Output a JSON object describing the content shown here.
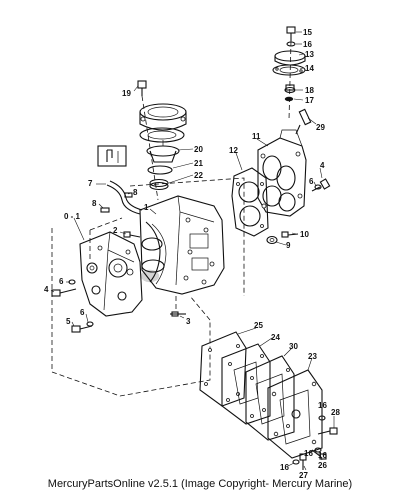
{
  "footer": "MercuryPartsOnline v2.5.1 (Image Copyright- Mercury Marine)",
  "callouts": {
    "c1": "1",
    "c2": "2",
    "c3": "3",
    "c4a": "4",
    "c4b": "4",
    "c5": "5",
    "c6a": "6",
    "c6b": "6",
    "c6c": "6",
    "c7": "7",
    "c8a": "8",
    "c8b": "8",
    "c9": "9",
    "c10": "10",
    "c11": "11",
    "c12": "12",
    "c13": "13",
    "c14": "14",
    "c15": "15",
    "c16a": "16",
    "c16b": "16",
    "c16c": "16",
    "c16d": "16",
    "c16e": "16",
    "c17": "17",
    "c18": "18",
    "c19": "19",
    "c20": "20",
    "c21": "21",
    "c22": "22",
    "c23": "23",
    "c24": "24",
    "c25": "25",
    "c26": "26",
    "c27": "27",
    "c28": "28",
    "c29": "29",
    "c30": "30",
    "c01": "0 - 1"
  }
}
